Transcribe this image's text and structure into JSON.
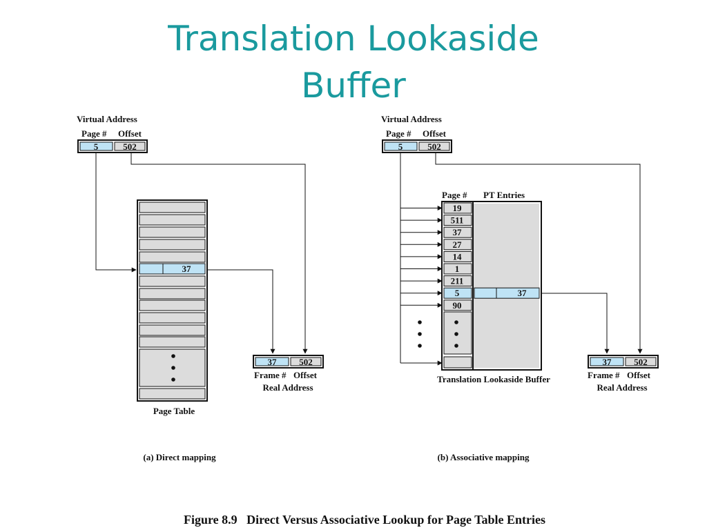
{
  "title_lines": [
    "Translation Lookaside",
    "Buffer"
  ],
  "colors": {
    "title": "#1a9a9e",
    "highlight": "#bfe3f5",
    "cell_fill": "#dcdcdc",
    "line": "#111111"
  },
  "panel_a": {
    "virtual_address_label": "Virtual Address",
    "page_label": "Page #",
    "offset_label": "Offset",
    "page_value": "5",
    "offset_value": "502",
    "table_entry_value": "37",
    "table_label": "Page Table",
    "frame_value": "37",
    "frame_offset_value": "502",
    "frame_label": "Frame #",
    "frame_offset_label": "Offset",
    "real_address_label": "Real Address",
    "caption": "(a) Direct mapping"
  },
  "panel_b": {
    "virtual_address_label": "Virtual Address",
    "page_label": "Page #",
    "offset_label": "Offset",
    "page_value": "5",
    "offset_value": "502",
    "tlb_page_header": "Page #",
    "tlb_entries_header": "PT Entries",
    "tlb_pages": [
      "19",
      "511",
      "37",
      "27",
      "14",
      "1",
      "211",
      "5",
      "90"
    ],
    "tlb_entry_value": "37",
    "tlb_label": "Translation Lookaside Buffer",
    "frame_value": "37",
    "frame_offset_value": "502",
    "frame_label": "Frame #",
    "frame_offset_label": "Offset",
    "real_address_label": "Real Address",
    "caption": "(b) Associative mapping"
  },
  "figure_caption": "Figure 8.9   Direct Versus Associative Lookup for Page Table Entries"
}
